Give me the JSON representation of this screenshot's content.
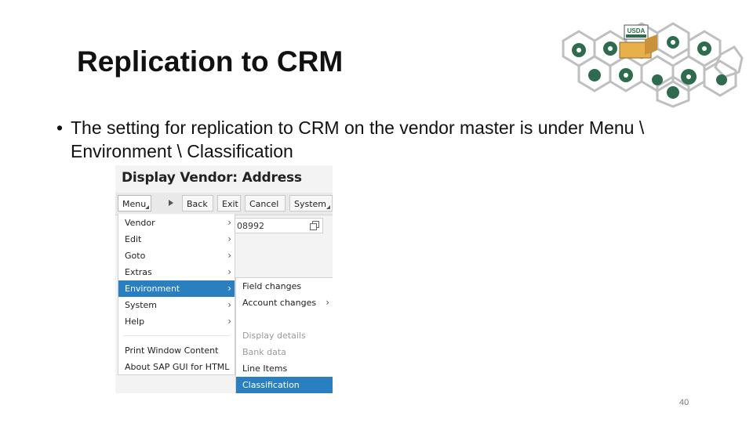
{
  "slide": {
    "title": "Replication to CRM",
    "bullet": "The setting for replication to CRM on the vendor master is under Menu \\ Environment \\ Classification",
    "page_number": "40",
    "logo_text": "USDA"
  },
  "sap": {
    "screen_title": "Display Vendor: Address",
    "toolbar": {
      "menu_label": "Menu",
      "back_label": "Back",
      "exit_label": "Exit",
      "cancel_label": "Cancel",
      "system_label": "System"
    },
    "field_value": "08992",
    "menu_items": [
      {
        "label": "Vendor"
      },
      {
        "label": "Edit"
      },
      {
        "label": "Goto"
      },
      {
        "label": "Extras"
      },
      {
        "label": "Environment"
      },
      {
        "label": "System"
      },
      {
        "label": "Help"
      },
      {
        "label": "Print Window Content"
      },
      {
        "label": "About SAP GUI for HTML"
      }
    ],
    "submenu_items": [
      {
        "label": "Field changes"
      },
      {
        "label": "Account changes"
      },
      {
        "label": "Display details"
      },
      {
        "label": "Bank data"
      },
      {
        "label": "Line Items"
      },
      {
        "label": "Classification"
      }
    ],
    "colors": {
      "selection": "#2a7fc1",
      "logo_green": "#2e6b4f"
    }
  }
}
